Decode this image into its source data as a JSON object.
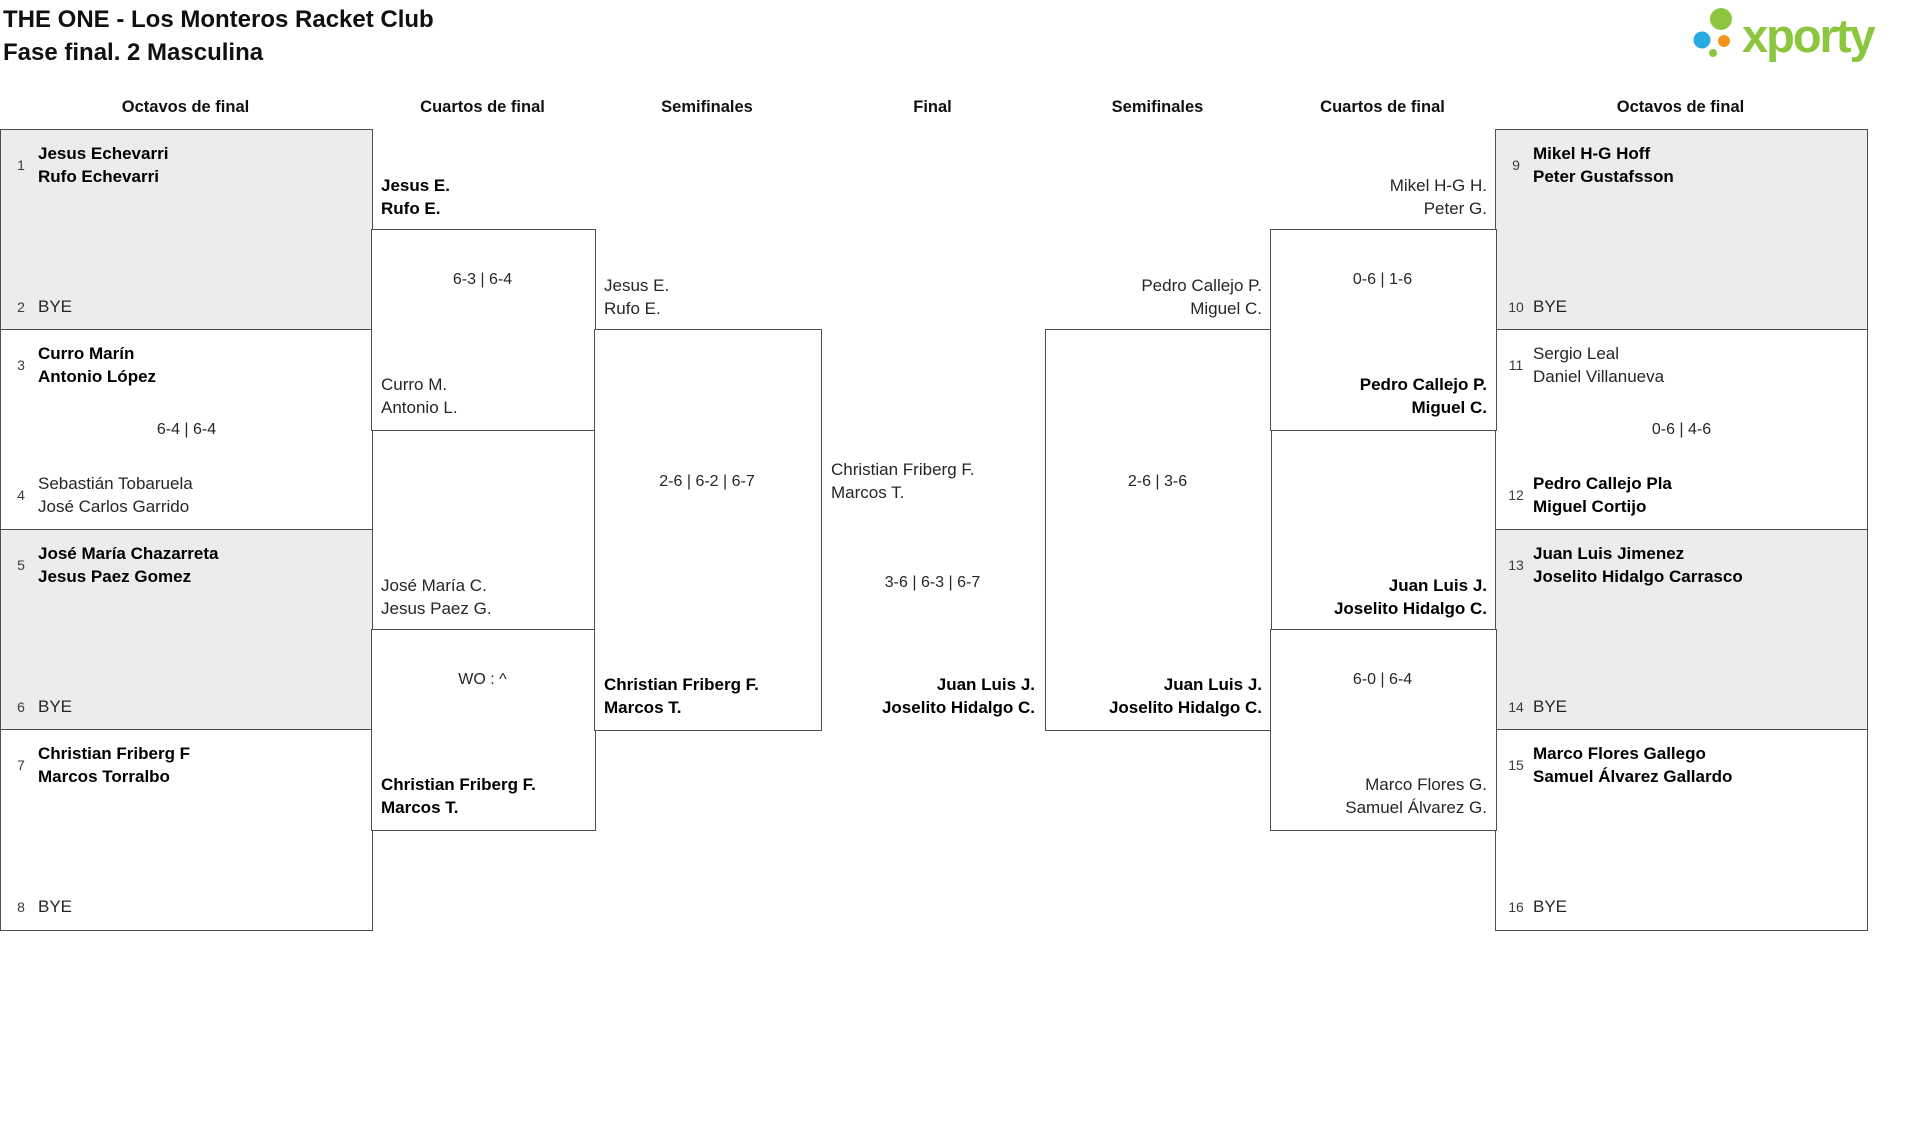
{
  "header": {
    "title": "THE ONE - Los Monteros Racket Club",
    "subtitle": "Fase final. 2 Masculina",
    "logo_text": "xporty"
  },
  "columns": [
    "Octavos de final",
    "Cuartos de final",
    "Semifinales",
    "Final",
    "Semifinales",
    "Cuartos de final",
    "Octavos de final"
  ],
  "colors": {
    "accent_green": "#8cc63f",
    "logo_blue": "#29abe2",
    "logo_orange": "#f7941e",
    "box_shaded": "#ececec",
    "box_border": "#4e4e4e",
    "winner_text": "#000000"
  },
  "matches": {
    "l16_1": {
      "seed_top": "1",
      "top_line1": "Jesus Echevarri",
      "top_line2": "Rufo Echevarri",
      "top_bold": true,
      "score": "",
      "seed_bot": "2",
      "bot_line1": "BYE",
      "bot_line2": "",
      "bot_bold": false
    },
    "l16_2": {
      "seed_top": "3",
      "top_line1": "Curro Marín",
      "top_line2": "Antonio López",
      "top_bold": true,
      "score": "6-4 | 6-4",
      "seed_bot": "4",
      "bot_line1": "Sebastián Tobaruela",
      "bot_line2": "José Carlos Garrido",
      "bot_bold": false
    },
    "l16_3": {
      "seed_top": "5",
      "top_line1": "José María Chazarreta",
      "top_line2": "Jesus Paez Gomez",
      "top_bold": true,
      "score": "",
      "seed_bot": "6",
      "bot_line1": "BYE",
      "bot_line2": "",
      "bot_bold": false
    },
    "l16_4": {
      "seed_top": "7",
      "top_line1": "Christian Friberg F",
      "top_line2": "Marcos Torralbo",
      "top_bold": true,
      "score": "",
      "seed_bot": "8",
      "bot_line1": "BYE",
      "bot_line2": "",
      "bot_bold": false
    },
    "lqf_1": {
      "top_line1": "Jesus E.",
      "top_line2": "Rufo E.",
      "top_bold": true,
      "score": "6-3 | 6-4",
      "bot_line1": "Curro M.",
      "bot_line2": "Antonio L.",
      "bot_bold": false
    },
    "lqf_2": {
      "top_line1": "José María C.",
      "top_line2": "Jesus Paez G.",
      "top_bold": false,
      "score": "WO : ^",
      "bot_line1": "Christian Friberg F.",
      "bot_line2": "Marcos T.",
      "bot_bold": true
    },
    "lsf": {
      "top_line1": "Jesus E.",
      "top_line2": "Rufo E.",
      "top_bold": false,
      "score": "2-6 | 6-2 | 6-7",
      "bot_line1": "Christian Friberg F.",
      "bot_line2": "Marcos T.",
      "bot_bold": true
    },
    "final": {
      "left_line1": "Christian Friberg F.",
      "left_line2": "Marcos T.",
      "left_bold": false,
      "score": "3-6 | 6-3 | 6-7",
      "right_line1": "Juan Luis J.",
      "right_line2": "Joselito Hidalgo C.",
      "right_bold": true
    },
    "rsf": {
      "top_line1": "Pedro Callejo P.",
      "top_line2": "Miguel C.",
      "top_bold": false,
      "score": "2-6 | 3-6",
      "bot_line1": "Juan Luis J.",
      "bot_line2": "Joselito Hidalgo C.",
      "bot_bold": true
    },
    "rqf_1": {
      "top_line1": "Mikel H-G H.",
      "top_line2": "Peter G.",
      "top_bold": false,
      "score": "0-6 | 1-6",
      "bot_line1": "Pedro Callejo P.",
      "bot_line2": "Miguel C.",
      "bot_bold": true
    },
    "rqf_2": {
      "top_line1": "Juan Luis J.",
      "top_line2": "Joselito Hidalgo C.",
      "top_bold": true,
      "score": "6-0 | 6-4",
      "bot_line1": "Marco Flores G.",
      "bot_line2": "Samuel Álvarez G.",
      "bot_bold": false
    },
    "r16_1": {
      "seed_top": "9",
      "top_line1": "Mikel H-G Hoff",
      "top_line2": "Peter Gustafsson",
      "top_bold": true,
      "score": "",
      "seed_bot": "10",
      "bot_line1": "BYE",
      "bot_line2": "",
      "bot_bold": false
    },
    "r16_2": {
      "seed_top": "11",
      "top_line1": "Sergio Leal",
      "top_line2": "Daniel Villanueva",
      "top_bold": false,
      "score": "0-6 | 4-6",
      "seed_bot": "12",
      "bot_line1": "Pedro Callejo Pla",
      "bot_line2": "Miguel Cortijo",
      "bot_bold": true
    },
    "r16_3": {
      "seed_top": "13",
      "top_line1": "Juan Luis Jimenez",
      "top_line2": "Joselito Hidalgo Carrasco",
      "top_bold": true,
      "score": "",
      "seed_bot": "14",
      "bot_line1": "BYE",
      "bot_line2": "",
      "bot_bold": false
    },
    "r16_4": {
      "seed_top": "15",
      "top_line1": "Marco Flores Gallego",
      "top_line2": "Samuel Álvarez Gallardo",
      "top_bold": true,
      "score": "",
      "seed_bot": "16",
      "bot_line1": "BYE",
      "bot_line2": "",
      "bot_bold": false
    }
  }
}
